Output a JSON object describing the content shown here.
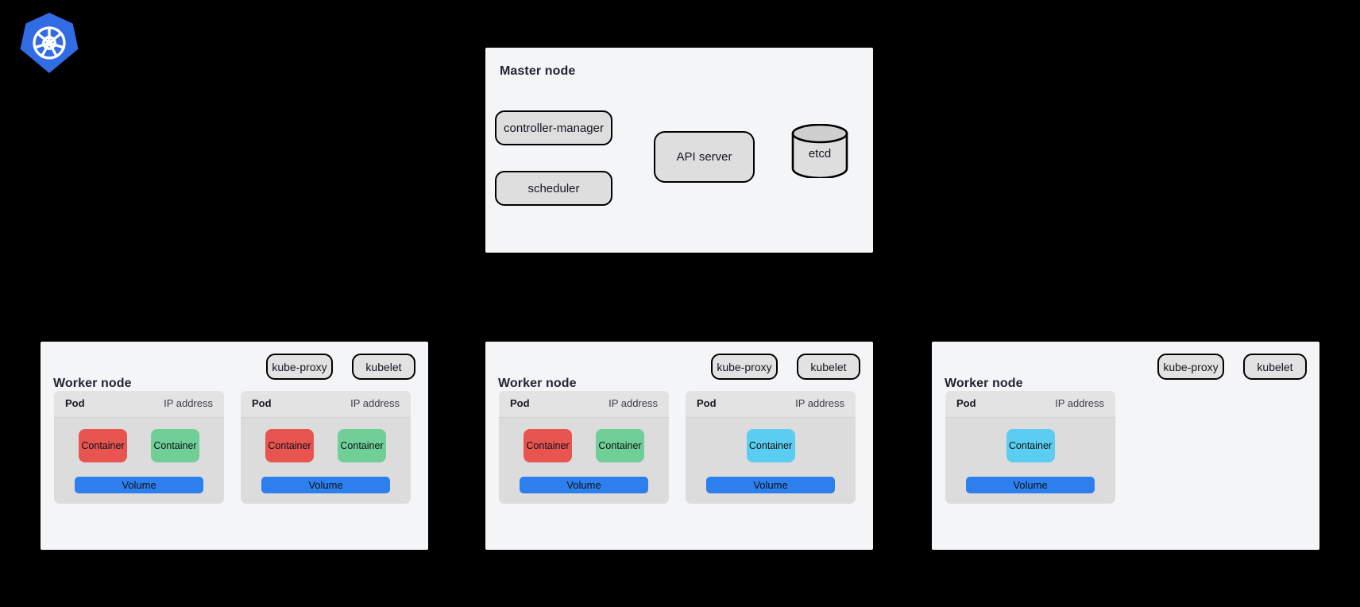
{
  "logo": {
    "name": "kubernetes-logo",
    "background": "#326CE5",
    "wheel_color": "#FFFFFF"
  },
  "colors": {
    "panel_bg": "#F4F5F7",
    "pod_bg": "#DCDCDC",
    "pod_header_bg": "#E3E3E3",
    "component_box_bg": "#DEDEDE",
    "container_red": "#E8544F",
    "container_green": "#6FCF97",
    "container_cyan": "#5BCDF0",
    "volume_blue": "#2E7FEE",
    "border": "#000000",
    "title_text": "#1F2430"
  },
  "master": {
    "title": "Master node",
    "components": [
      {
        "name": "controller-manager-box",
        "label": "controller-manager"
      },
      {
        "name": "scheduler-box",
        "label": "scheduler"
      },
      {
        "name": "api-server-box",
        "label": "API server"
      }
    ],
    "datastore": {
      "name": "etcd-shape",
      "label": "etcd"
    }
  },
  "workers": [
    {
      "title": "Worker node",
      "agents": {
        "kube_proxy": "kube-proxy",
        "kubelet": "kubelet"
      },
      "pods": [
        {
          "label": "Pod",
          "ip_label": "IP address",
          "volume_label": "Volume",
          "containers": [
            {
              "label": "Container",
              "color": "#E8544F"
            },
            {
              "label": "Container",
              "color": "#6FCF97"
            }
          ]
        },
        {
          "label": "Pod",
          "ip_label": "IP address",
          "volume_label": "Volume",
          "containers": [
            {
              "label": "Container",
              "color": "#E8544F"
            },
            {
              "label": "Container",
              "color": "#6FCF97"
            }
          ]
        }
      ]
    },
    {
      "title": "Worker node",
      "agents": {
        "kube_proxy": "kube-proxy",
        "kubelet": "kubelet"
      },
      "pods": [
        {
          "label": "Pod",
          "ip_label": "IP address",
          "volume_label": "Volume",
          "containers": [
            {
              "label": "Container",
              "color": "#E8544F"
            },
            {
              "label": "Container",
              "color": "#6FCF97"
            }
          ]
        },
        {
          "label": "Pod",
          "ip_label": "IP address",
          "volume_label": "Volume",
          "containers": [
            {
              "label": "Container",
              "color": "#5BCDF0"
            }
          ]
        }
      ]
    },
    {
      "title": "Worker node",
      "agents": {
        "kube_proxy": "kube-proxy",
        "kubelet": "kubelet"
      },
      "pods": [
        {
          "label": "Pod",
          "ip_label": "IP address",
          "volume_label": "Volume",
          "containers": [
            {
              "label": "Container",
              "color": "#5BCDF0"
            }
          ]
        }
      ]
    }
  ]
}
